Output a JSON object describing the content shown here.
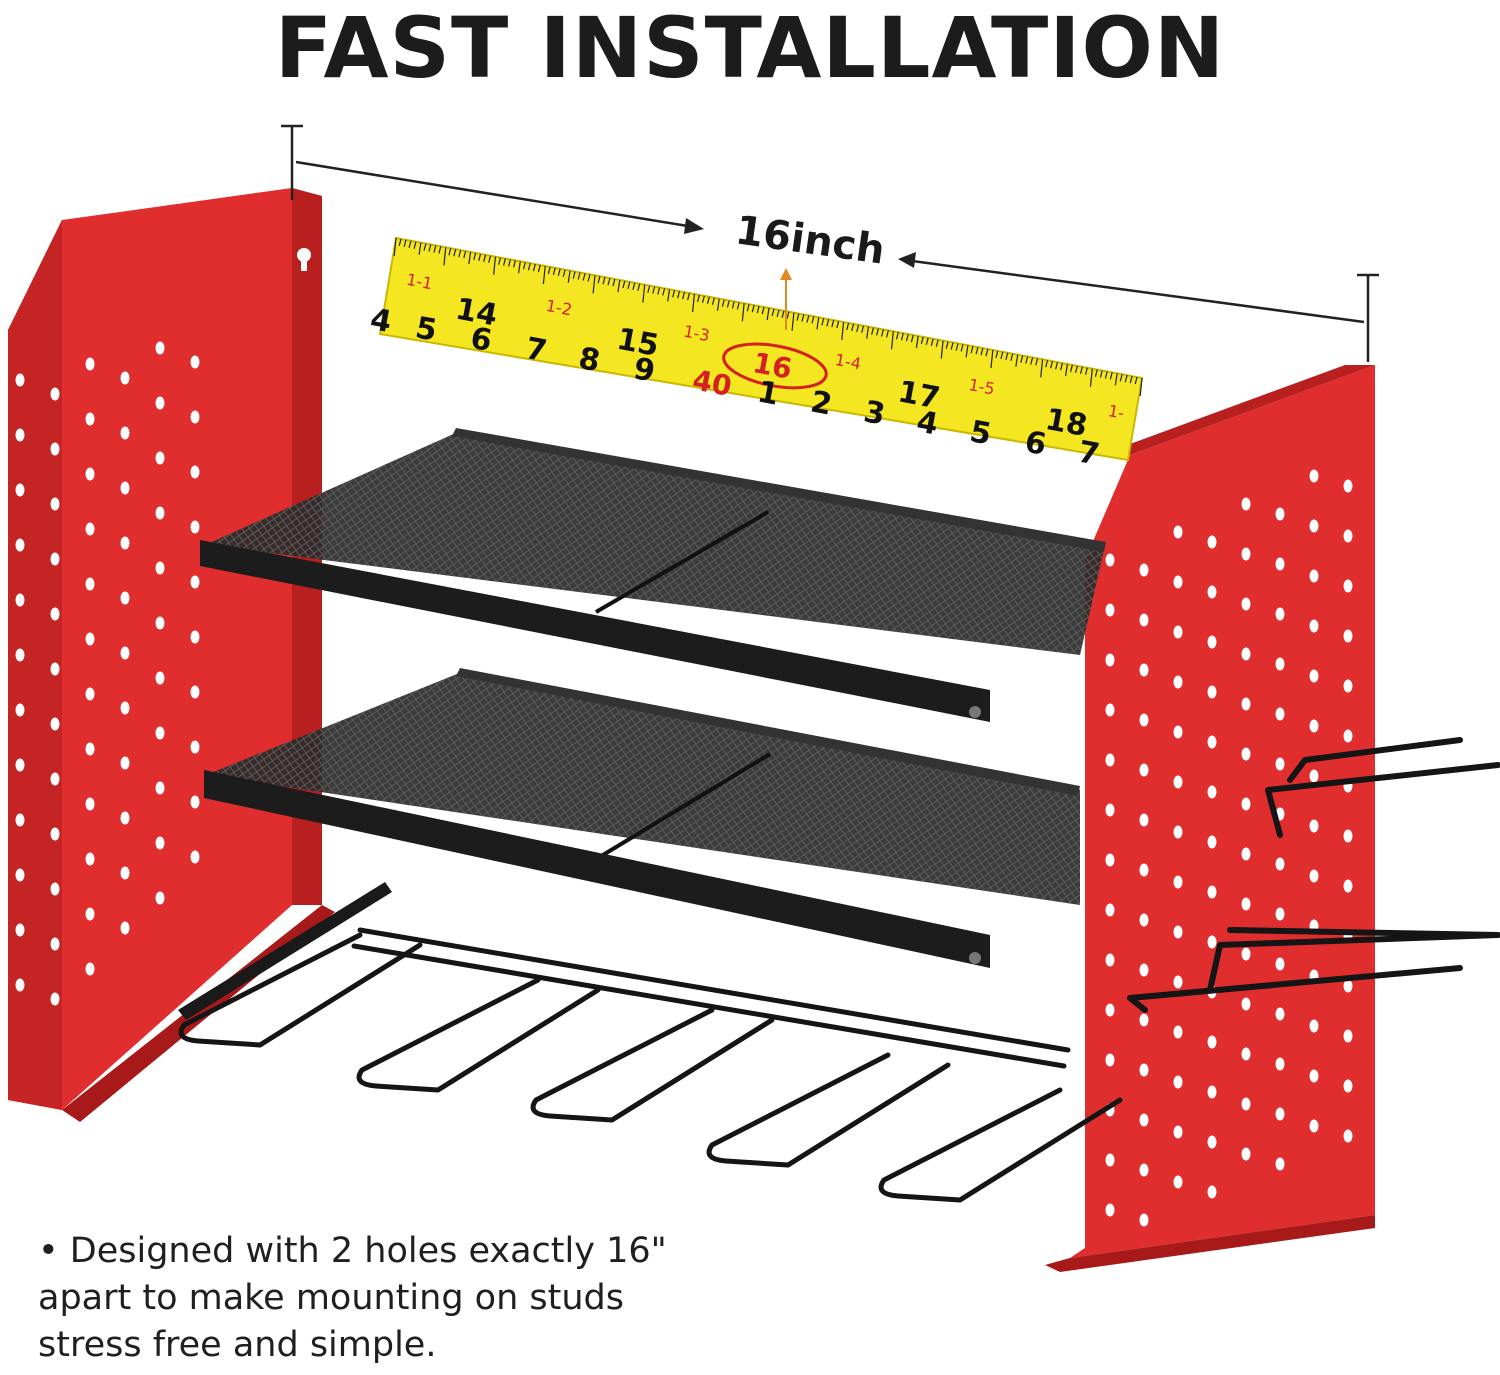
{
  "headline": "FAST INSTALLATION",
  "dimension": {
    "label": "16inch"
  },
  "tape": {
    "top_numbers": [
      "14",
      "15",
      "16",
      "17",
      "18"
    ],
    "sub_labels": [
      "1-1",
      "1-2",
      "1-3",
      "1-4",
      "1-5",
      "1-"
    ],
    "bottom_numbers": [
      "4",
      "5",
      "6",
      "7",
      "8",
      "9",
      "1",
      "2",
      "3",
      "4",
      "5",
      "6",
      "7"
    ],
    "red_mark": "40",
    "highlighted": "16"
  },
  "description": "• Designed with 2 holes exactly 16\" apart to make mounting on studs stress free and simple.",
  "colors": {
    "panel_red": "#e02d2d",
    "panel_red_dark": "#b81f1f",
    "tape_yellow": "#f4e620",
    "metal_black": "#1c1c1c"
  }
}
